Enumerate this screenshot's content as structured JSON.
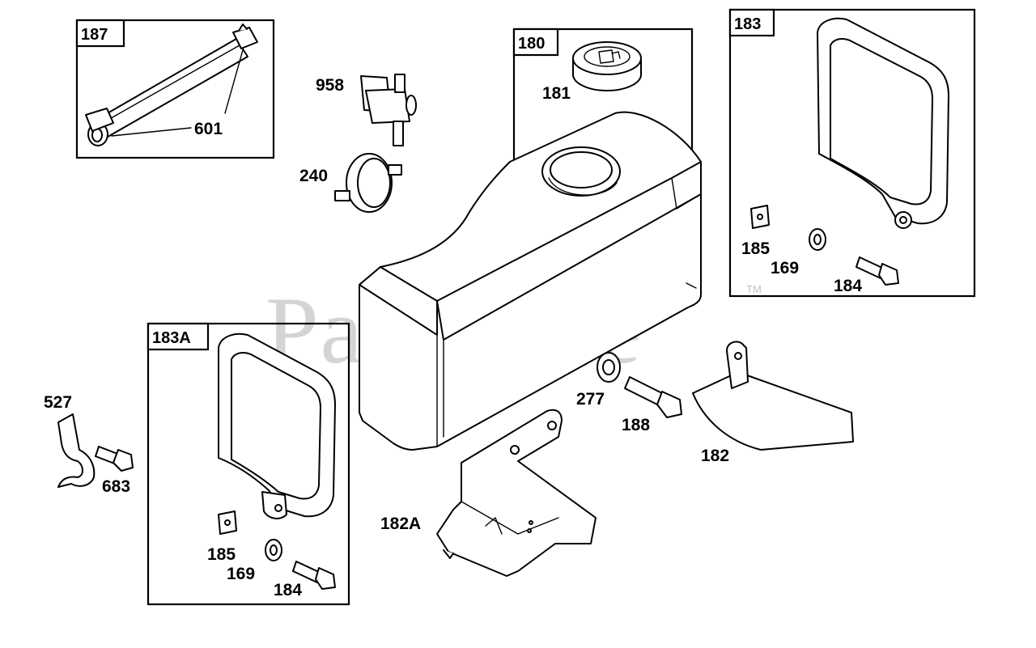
{
  "watermark": {
    "text": "PartsTree",
    "trademark": "TM"
  },
  "groups": [
    {
      "id": "187",
      "label": "187"
    },
    {
      "id": "180",
      "label": "180"
    },
    {
      "id": "183",
      "label": "183"
    },
    {
      "id": "183A",
      "label": "183A"
    }
  ],
  "parts": {
    "p601": "601",
    "p958": "958",
    "p240": "240",
    "p181": "181",
    "p185_right": "185",
    "p169_right": "169",
    "p184_right": "184",
    "p277": "277",
    "p188": "188",
    "p182": "182",
    "p182A": "182A",
    "p527": "527",
    "p683": "683",
    "p185_left": "185",
    "p169_left": "169",
    "p184_left": "184"
  },
  "colors": {
    "line": "#000000",
    "watermark": "#9a9a9a",
    "background": "#ffffff"
  }
}
